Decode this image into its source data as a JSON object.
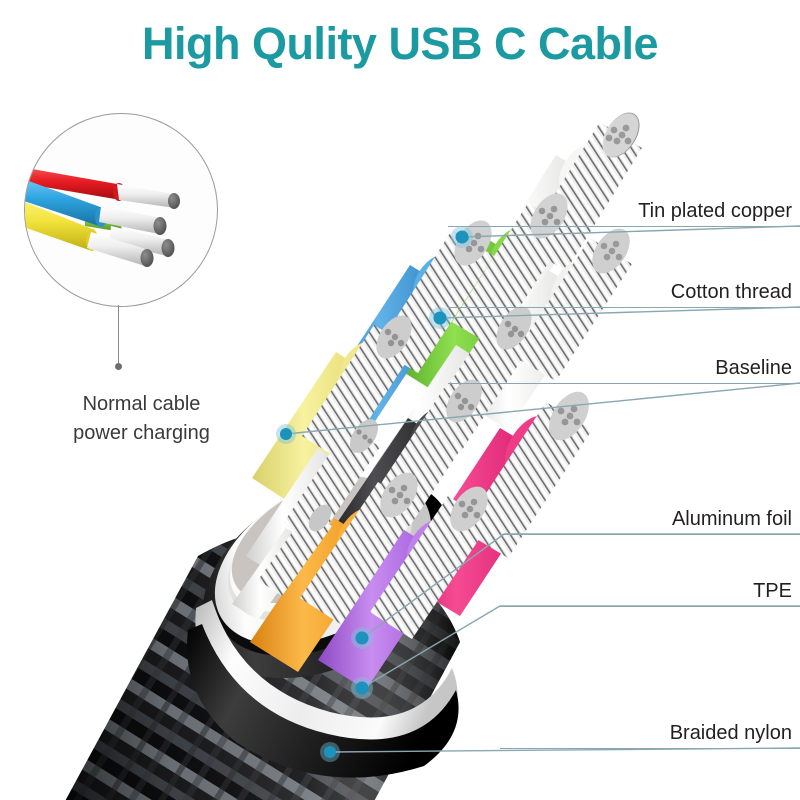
{
  "title": "High Qulity USB C Cable",
  "theme": {
    "title_color": "#1b9aa2",
    "leader_line_color": "#8aa7b0",
    "dot_color": "#1c93bd",
    "label_color": "#231f20"
  },
  "inset": {
    "caption_line1": "Normal cable",
    "caption_line2": "power charging",
    "wire_colors": [
      "#e8252b",
      "#36a8e0",
      "#f5e03c"
    ],
    "core_color": "#d9d9d9",
    "core_tip_color": "#575757"
  },
  "callouts": [
    {
      "label": "Tin plated copper",
      "dot_color": "#1c93bd"
    },
    {
      "label": "Cotton thread",
      "dot_color": "#1c93bd"
    },
    {
      "label": "Baseline",
      "dot_color": "#1c93bd"
    },
    {
      "label": "Aluminum foil",
      "dot_color": "#1c93bd"
    },
    {
      "label": "TPE",
      "dot_color": "#1c93bd"
    },
    {
      "label": "Braided nylon",
      "dot_color": "#1c93bd"
    }
  ],
  "cable": {
    "wire_insulation_colors": {
      "blue": "#4a9fd8",
      "green": "#7ac943",
      "white": "#f0f0ee",
      "yellow": "#f2ec84",
      "pink": "#e8327c",
      "black": "#3a3a3c",
      "orange": "#f5a32a",
      "purple": "#b06fe0",
      "white2": "#ededeb"
    },
    "conductor_color": "#c9c9c9",
    "aluminum_foil_color": "#f4f4f4",
    "tpe_color": "#1c1c1c",
    "braid_dark": "#171717",
    "braid_light": "#8e949a"
  }
}
